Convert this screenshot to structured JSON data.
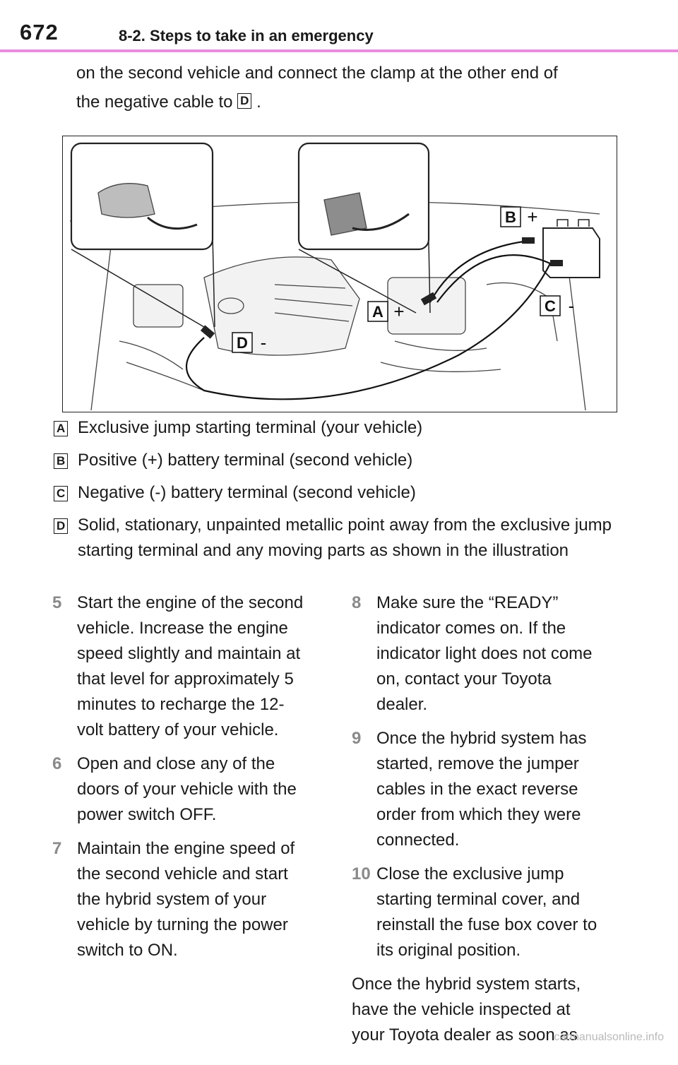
{
  "header": {
    "page_number": "672",
    "section_title": "8-2. Steps to take in an emergency"
  },
  "intro": {
    "line1": "on the second vehicle and connect the clamp at the other end of",
    "line2_before": "the negative cable to",
    "line2_ref": "D",
    "line2_after": "."
  },
  "figure": {
    "labels": {
      "a": "A",
      "b": "B",
      "c": "C",
      "d": "D"
    },
    "symbols": {
      "plus": "+",
      "minus": "-"
    }
  },
  "legend": [
    {
      "letter": "A",
      "text": "Exclusive jump starting terminal (your vehicle)"
    },
    {
      "letter": "B",
      "text": "Positive (+) battery terminal (second vehicle)"
    },
    {
      "letter": "C",
      "text": "Negative (-) battery terminal (second vehicle)"
    },
    {
      "letter": "D",
      "text": "Solid, stationary, unpainted metallic point away from the exclusive jump starting terminal and any moving parts as shown in the illustration"
    }
  ],
  "steps_left": [
    {
      "num": "5",
      "text": "Start the engine of the second vehicle. Increase the engine speed slightly and maintain at that level for approximately 5 minutes to recharge the 12-volt battery of your vehicle."
    },
    {
      "num": "6",
      "text": "Open and close any of the doors of your vehicle with the power switch OFF."
    },
    {
      "num": "7",
      "text": "Maintain the engine speed of the second vehicle and start the hybrid system of your vehicle by turning the power switch to ON."
    }
  ],
  "steps_right": [
    {
      "num": "8",
      "text": "Make sure the “READY” indicator comes on. If the indicator light does not come on, contact your Toyota dealer."
    },
    {
      "num": "9",
      "text": "Once the hybrid system has started, remove the jumper cables in the exact reverse order from which they were connected."
    },
    {
      "num": "10",
      "text": "Close the exclusive jump starting terminal cover, and reinstall the fuse box cover to its original position."
    }
  ],
  "closing_text": "Once the hybrid system starts, have the vehicle inspected at your Toyota dealer as soon as",
  "watermark": "carmanualsonline.info",
  "colors": {
    "header_rule": "#e98ee0",
    "step_number": "#8a8a8a",
    "text": "#1a1a1a"
  }
}
